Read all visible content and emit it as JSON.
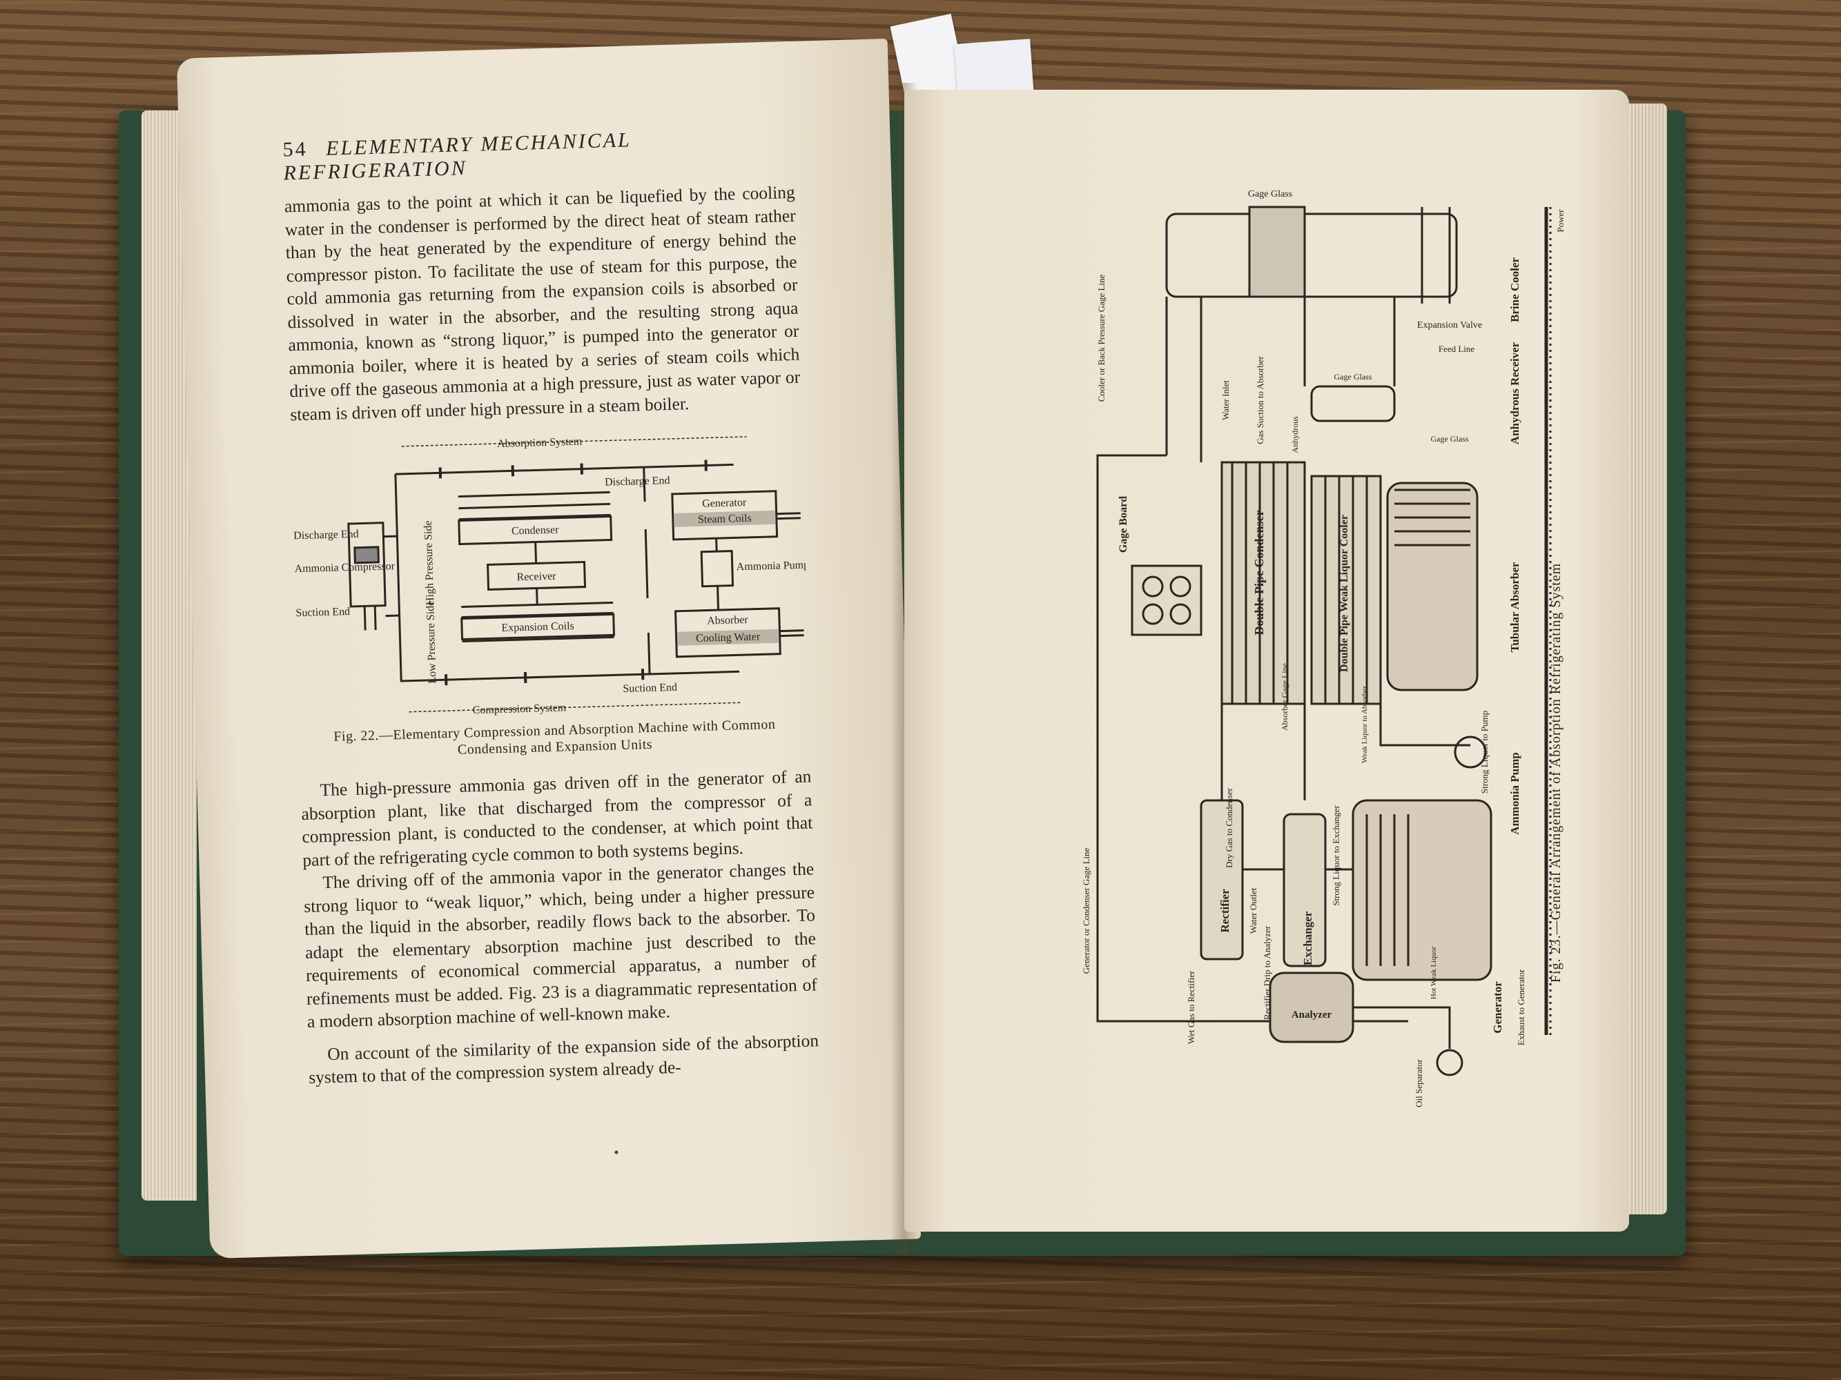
{
  "left_page": {
    "page_number": "54",
    "running_head": "ELEMENTARY MECHANICAL REFRIGERATION",
    "para1": "ammonia gas to the point at which it can be liquefied by the cooling water in the condenser is performed by the direct heat of steam rather than by the heat generated by the expenditure of energy behind the compressor piston. To facilitate the use of steam for this purpose, the cold ammonia gas returning from the expansion coils is absorbed or dissolved in water in the absorber, and the resulting strong aqua ammonia, known as “strong liquor,” is pumped into the generator or ammonia boiler, where it is heated by a series of steam coils which drive off the gaseous ammonia at a high pressure, just as water vapor or steam is driven off under high pressure in a steam boiler.",
    "fig22_labels": {
      "absorption_system": "Absorption System",
      "compression_system": "Compression System",
      "discharge_end_top": "Discharge End",
      "generator": "Generator",
      "steam_coils": "Steam Coils",
      "condenser": "Condenser",
      "high_pressure_side": "High Pressure Side",
      "receiver": "Receiver",
      "ammonia_pump": "Ammonia Pump",
      "discharge_end_left": "Discharge End",
      "ammonia_compressor": "Ammonia Compressor",
      "suction_end_left": "Suction End",
      "low_pressure_side": "Low Pressure Side",
      "expansion_coils": "Expansion Coils",
      "absorber": "Absorber",
      "cooling_water": "Cooling Water",
      "suction_end_bottom": "Suction End"
    },
    "fig22_caption": "Fig. 22.—Elementary Compression and Absorption Machine with Common Condensing and Expansion Units",
    "para2": "The high-pressure ammonia gas driven off in the generator of an absorption plant, like that discharged from the compressor of a compression plant, is conducted to the condenser, at which point that part of the refrigerating cycle common to both systems begins.",
    "para3": "The driving off of the ammonia vapor in the generator changes the strong liquor to “weak liquor,” which, being under a higher pressure than the liquid in the absorber, readily flows back to the absorber. To adapt the elementary absorption machine just described to the requirements of economical commercial apparatus, a number of refinements must be added. Fig. 23 is a diagrammatic representation of a modern absorption machine of well-known make.",
    "para4": "On account of the similarity of the expansion side of the absorption system to that of the compression system already de-"
  },
  "right_page": {
    "fig23_caption": "Fig. 23.—General Arrangement of Absorption Refrigerating System",
    "labels": {
      "gage_glass_top": "Gage Glass",
      "power": "Power",
      "brine_cooler": "Brine Cooler",
      "expansion_valve": "Expansion Valve",
      "cooler_line": "Cooler or Back Pressure Gage Line",
      "gas_suction": "Gas Suction to Absorber",
      "feed_line": "Feed Line",
      "anhydrous_receiver": "Anhydrous Receiver",
      "water_inlet": "Water Inlet",
      "anhydrous": "Anhydrous",
      "gage_glass_mid": "Gage Glass",
      "gage_glass_right": "Gage Glass",
      "gage_board": "Gage Board",
      "double_pipe_condenser": "Double Pipe Condenser",
      "double_pipe_weak_liquor_cooler": "Double Pipe Weak Liquor Cooler",
      "tubular_absorber": "Tubular Absorber",
      "absorber_gage_line": "Absorber Gage Line",
      "weak_liquor_to_absorber": "Weak Liquor to Absorber",
      "strong_liquor_to_pump": "Strong Liquor to Pump",
      "ammonia_pump": "Ammonia Pump",
      "dry_gas_to_condenser": "Dry Gas to Condenser",
      "strong_liquor_to_exchanger": "Strong Liquor to Exchanger",
      "generator_condenser_line": "Generator or Condenser Gage Line",
      "rectifier": "Rectifier",
      "water_outlet": "Water Outlet",
      "rectifier_drip": "Rectifier Drip to Analyzer",
      "exchanger": "Exchanger",
      "hot_weak_liquor": "Hot Weak Liquor",
      "wet_gas_to_rectifier": "Wet Gas to Rectifier",
      "generator": "Generator",
      "exhaust_to_generator": "Exhaust to Generator",
      "analyzer": "Analyzer",
      "oil_separator": "Oil Separator"
    }
  }
}
